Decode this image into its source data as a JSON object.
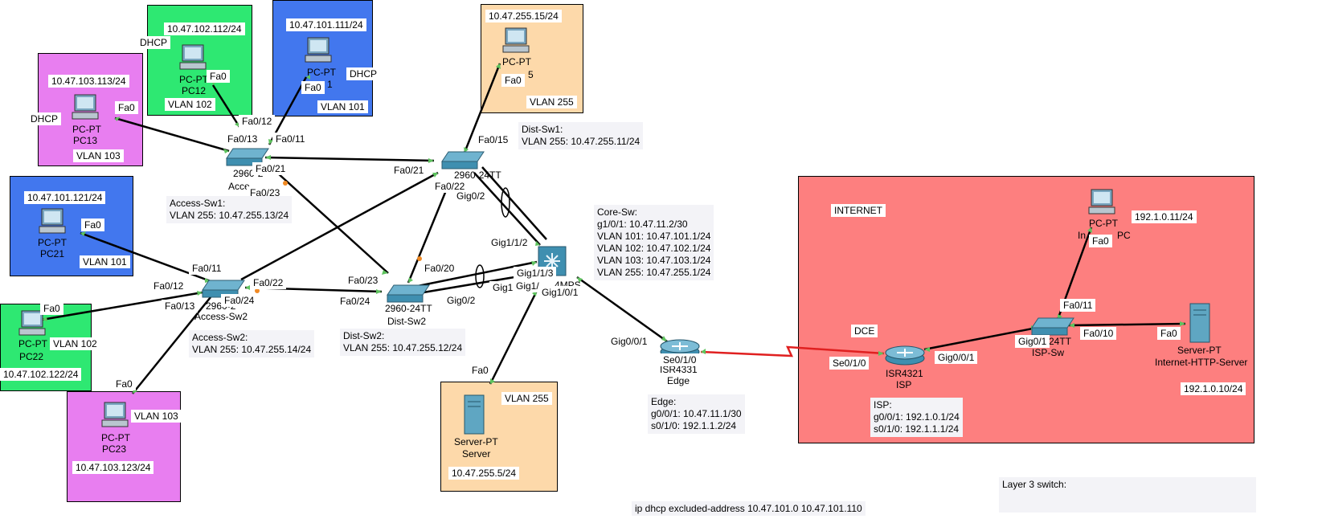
{
  "colors": {
    "green_area": "#2ee872",
    "blue_area": "#4277ee",
    "magenta_area": "#e87ef0",
    "peach_area": "#fdd9aa",
    "internet_area": "#fd7f7f",
    "link_red": "#e02020",
    "switch_blue": "#3f8fb0",
    "port_green": "#5ec35e",
    "port_orange": "#f08a24"
  },
  "areas": {
    "pc12": {
      "ip": "10.47.102.112/24",
      "vlan": "VLAN 102",
      "dhcp": "DHCP"
    },
    "pc11": {
      "ip": "10.47.101.111/24",
      "vlan": "VLAN 101",
      "dhcp": "DHCP"
    },
    "pc13": {
      "ip": "10.47.103.113/24",
      "vlan": "VLAN 103",
      "dhcp": "DHCP"
    },
    "pc21": {
      "ip": "10.47.101.121/24",
      "vlan": "VLAN 101"
    },
    "pc22": {
      "ip": "10.47.102.122/24",
      "vlan": "VLAN 102"
    },
    "pc23": {
      "ip": "10.47.103.123/24",
      "vlan": "VLAN 103"
    },
    "pc15": {
      "ip": "10.47.255.15/24",
      "vlan": "VLAN 255"
    },
    "server": {
      "ip": "10.47.255.5/24",
      "vlan": "VLAN 255"
    },
    "internet": {
      "title": "INTERNET",
      "pc_ip": "192.1.0.11/24",
      "server_ip": "192.1.0.10/24"
    }
  },
  "devices": {
    "pc12": {
      "type": "PC-PT",
      "name": "PC12"
    },
    "pc11": {
      "type": "PC-PT",
      "name": "1"
    },
    "pc13": {
      "type": "PC-PT",
      "name": "PC13"
    },
    "pc21": {
      "type": "PC-PT",
      "name": "PC21"
    },
    "pc22": {
      "type": "PC-PT",
      "name": "PC22"
    },
    "pc23": {
      "type": "PC-PT",
      "name": "PC23"
    },
    "pc15": {
      "type": "PC-PT",
      "name": "5"
    },
    "access_sw1": {
      "type": "2960-2",
      "name": "Acce"
    },
    "access_sw2": {
      "type": "2960-2",
      "name": "Access-Sw2"
    },
    "dist_sw1": {
      "type": "2960-24TT",
      "name": "Dist-Sw1"
    },
    "dist_sw2": {
      "type": "2960-24TT",
      "name": "Dist-Sw2"
    },
    "core_sw": {
      "type": "4MPS",
      "name": "Core-Sw"
    },
    "server": {
      "type": "Server-PT",
      "name": "Server"
    },
    "edge": {
      "type": "ISR4331",
      "name": "Edge"
    },
    "isp": {
      "type": "ISR4321",
      "name": "ISP"
    },
    "isp_sw": {
      "type": "24TT",
      "name": "ISP-Sw"
    },
    "internet_pc": {
      "type": "PC-PT",
      "name_left": "In",
      "name_right": "PC"
    },
    "http_server": {
      "type": "Server-PT",
      "name": "Internet-HTTP-Server"
    }
  },
  "ports": {
    "pc12_fa0": "Fa0",
    "pc11_fa0": "Fa0",
    "pc13_fa0": "Fa0",
    "pc21_fa0": "Fa0",
    "pc22_fa0": "Fa0",
    "pc23_fa0": "Fa0",
    "pc15_fa0": "Fa0",
    "server_fa0": "Fa0",
    "asw1_fa012": "Fa0/12",
    "asw1_fa013": "Fa0/13",
    "asw1_fa011": "Fa0/11",
    "asw1_fa021": "Fa0/21",
    "asw1_fa023": "Fa0/23",
    "asw2_fa011": "Fa0/11",
    "asw2_fa012": "Fa0/12",
    "asw2_fa013": "Fa0/13",
    "asw2_fa022": "Fa0/22",
    "asw2_fa024": "Fa0/24",
    "dsw1_fa015": "Fa0/15",
    "dsw1_fa021": "Fa0/21",
    "dsw1_fa022": "Fa0/22",
    "dsw1_gig02": "Gig0/2",
    "dsw2_fa023": "Fa0/23",
    "dsw2_fa024": "Fa0/24",
    "dsw2_fa020": "Fa0/20",
    "dsw2_gig02": "Gig0/2",
    "core_gig112": "Gig1/1/2",
    "core_gig113": "Gig1/1/3",
    "core_gig1": "Gig1",
    "core_gig11": "Gig1/",
    "core_gig101": "Gig1/0/1",
    "edge_gig001": "Gig0/0/1",
    "edge_se010": "Se0/1/0",
    "isp_se010": "Se0/1/0",
    "isp_gig001": "Gig0/0/1",
    "ispsw_gig01": "Gig0/1",
    "ispsw_fa011": "Fa0/11",
    "ispsw_fa010": "Fa0/10",
    "ipc_fa0": "Fa0",
    "hsrv_fa0": "Fa0",
    "dce": "DCE"
  },
  "notes": {
    "dist_sw1": {
      "title": "Dist-Sw1:",
      "lines": [
        "VLAN 255: 10.47.255.11/24"
      ]
    },
    "access_sw1": {
      "title": "Access-Sw1:",
      "lines": [
        "VLAN 255: 10.47.255.13/24"
      ]
    },
    "access_sw2": {
      "title": "Access-Sw2:",
      "lines": [
        "VLAN 255: 10.47.255.14/24"
      ]
    },
    "dist_sw2": {
      "title": "Dist-Sw2:",
      "lines": [
        "VLAN 255: 10.47.255.12/24"
      ]
    },
    "core_sw": {
      "title": "Core-Sw:",
      "lines": [
        "g1/0/1: 10.47.11.2/30",
        "VLAN 101: 10.47.101.1/24",
        "VLAN 102: 10.47.102.1/24",
        "VLAN 103: 10.47.103.1/24",
        "VLAN 255: 10.47.255.1/24"
      ]
    },
    "edge": {
      "title": "Edge:",
      "lines": [
        "g0/0/1: 10.47.11.1/30",
        "s0/1/0: 192.1.1.2/24"
      ]
    },
    "isp": {
      "title": "ISP:",
      "lines": [
        "g0/0/1: 192.1.0.1/24",
        "s0/1/0: 192.1.1.1/24"
      ]
    },
    "layer3": {
      "title": "Layer 3 switch:"
    },
    "dhcp_partial": "ip dhcp excluded-address 10.47.101.0 10.47.101.110"
  }
}
